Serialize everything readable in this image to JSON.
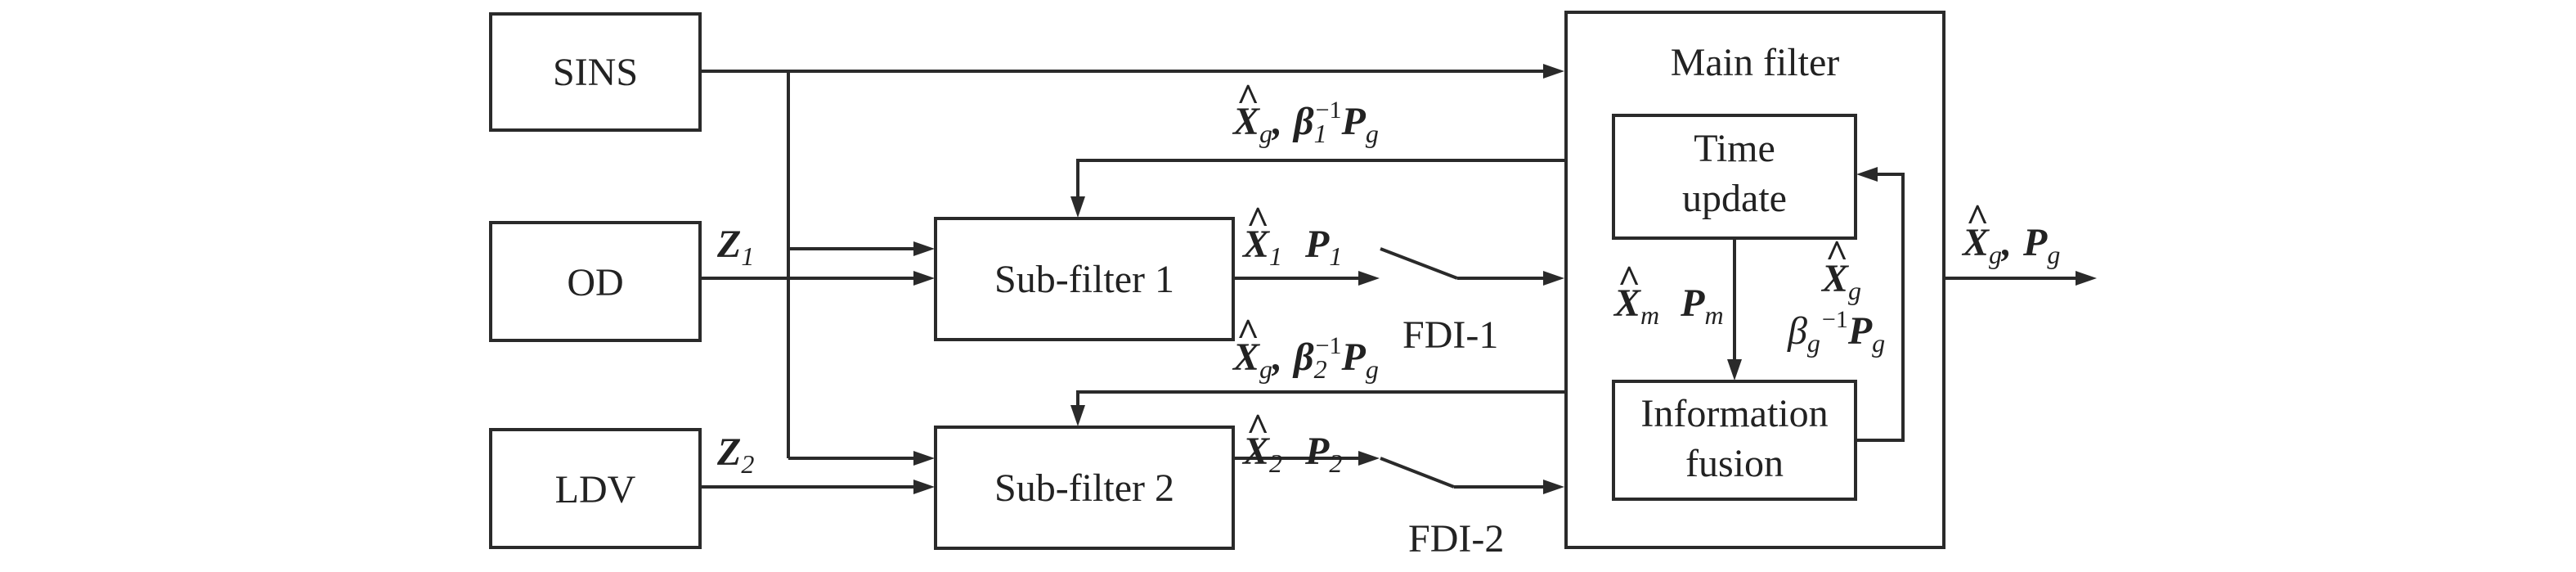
{
  "blocks": {
    "sins": "SINS",
    "od": "OD",
    "ldv": "LDV",
    "sub_filter_1": "Sub-filter 1",
    "sub_filter_2": "Sub-filter 2",
    "main_filter": "Main filter",
    "time_update_1": "Time",
    "time_update_2": "update",
    "info_fusion_1": "Information",
    "info_fusion_2": "fusion"
  },
  "labels": {
    "fdi_1": "FDI-1",
    "fdi_2": "FDI-2",
    "z": "Z",
    "z1_sub": "1",
    "z2_sub": "2",
    "x": "X",
    "p": "P",
    "beta": "β",
    "comma": ",",
    "inv": "−1",
    "inv_g": "g −1",
    "sub_1": "1",
    "sub_2": "2",
    "sub_g": "g",
    "sub_m": "m",
    "hat": "^"
  }
}
